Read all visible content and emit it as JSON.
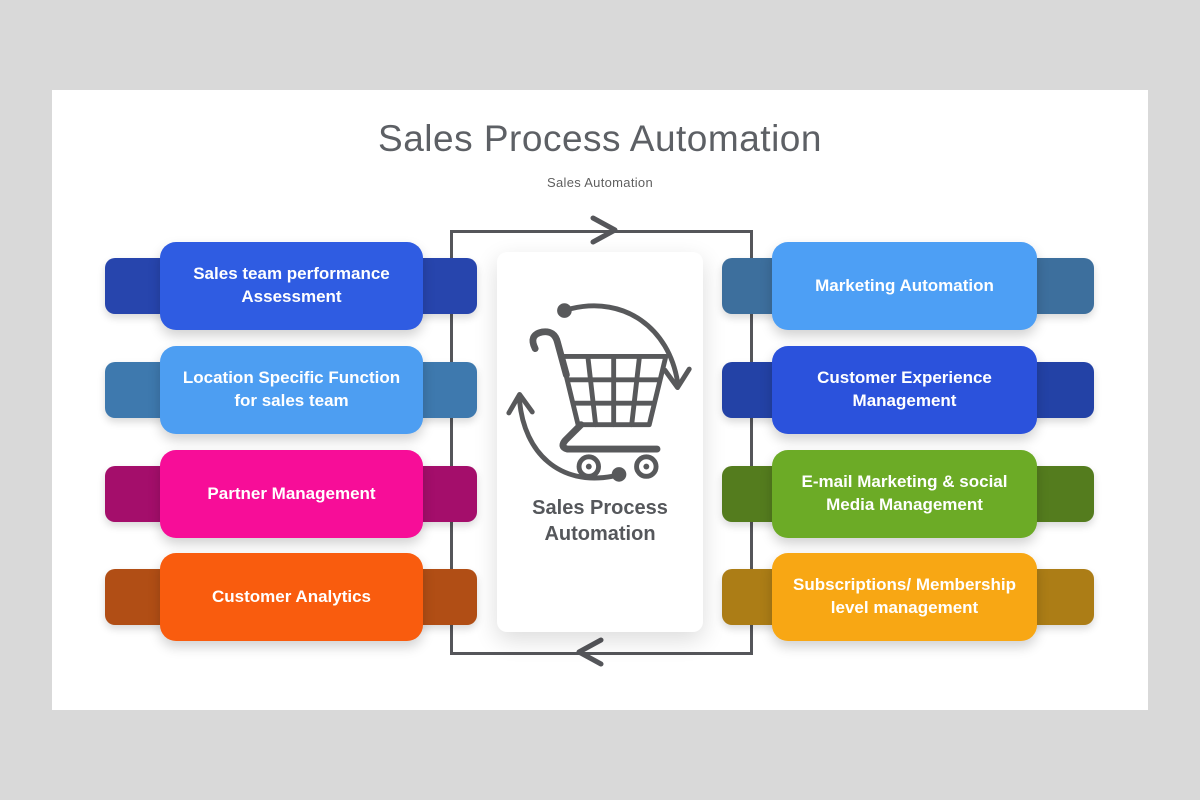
{
  "page": {
    "background_color": "#d9d9d9",
    "slide_background_color": "#ffffff"
  },
  "header": {
    "title": "Sales Process Automation",
    "subtitle": "Sales Automation"
  },
  "center": {
    "label": "Sales Process Automation",
    "icon": "shopping-cart-sync-icon",
    "icon_color": "#58595b",
    "connector_color": "#55565a"
  },
  "rows": {
    "left": [
      {
        "label": "Sales team performance Assessment",
        "box_color": "#2f5ce2",
        "tab_color": "#2745ad"
      },
      {
        "label": "Location Specific Function for sales team",
        "box_color": "#4d9ef2",
        "tab_color": "#3e79ae"
      },
      {
        "label": "Partner Management",
        "box_color": "#f70d98",
        "tab_color": "#a40e6b"
      },
      {
        "label": "Customer Analytics",
        "box_color": "#f95c0e",
        "tab_color": "#b14e15"
      }
    ],
    "right": [
      {
        "label": "Marketing Automation",
        "box_color": "#4d9ff5",
        "tab_color": "#3d6f9d"
      },
      {
        "label": "Customer Experience Management",
        "box_color": "#2b52dc",
        "tab_color": "#2342a6"
      },
      {
        "label": "E-mail Marketing & social Media Management",
        "box_color": "#6cab26",
        "tab_color": "#547c1e"
      },
      {
        "label": "Subscriptions/ Membership level management",
        "box_color": "#f8a714",
        "tab_color": "#ac7d16"
      }
    ]
  }
}
